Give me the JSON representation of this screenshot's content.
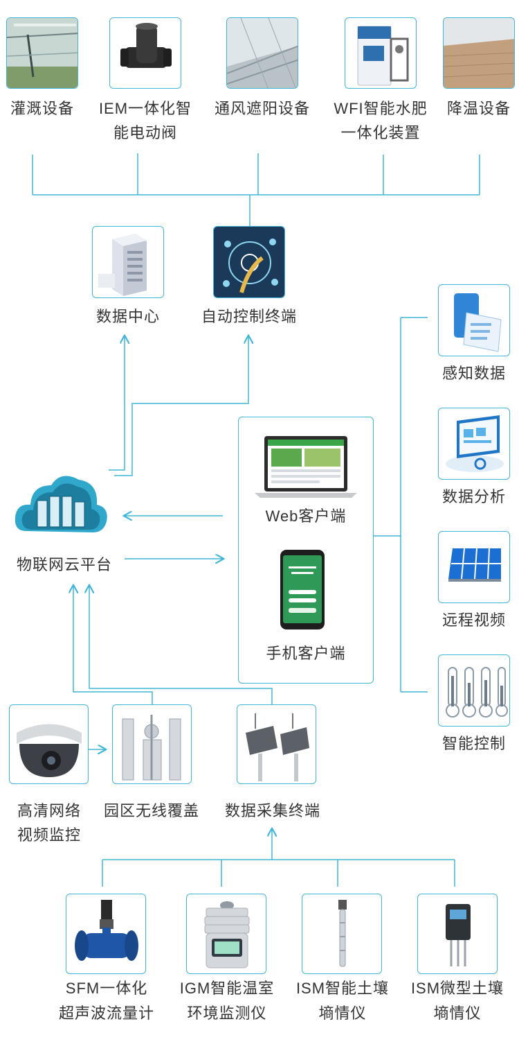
{
  "devices_top": [
    {
      "name": "灌溉设备"
    },
    {
      "name": "IEM一体化智",
      "name2": "能电动阀"
    },
    {
      "name": "通风遮阳设备"
    },
    {
      "name": "WFI智能水肥",
      "name2": "一体化装置"
    },
    {
      "name": "降温设备"
    }
  ],
  "center": {
    "data_center": "数据中心",
    "auto_terminal": "自动控制终端",
    "cloud": "物联网云平台",
    "web_client": "Web客户端",
    "mobile_client": "手机客户端"
  },
  "right_column": [
    {
      "name": "感知数据"
    },
    {
      "name": "数据分析"
    },
    {
      "name": "远程视频"
    },
    {
      "name": "智能控制"
    }
  ],
  "middle_row": [
    {
      "name": "高清网络",
      "name2": "视频监控"
    },
    {
      "name": "园区无线覆盖"
    },
    {
      "name": "数据采集终端"
    }
  ],
  "bottom_row": [
    {
      "name": "SFM一体化",
      "name2": "超声波流量计"
    },
    {
      "name": "IGM智能温室",
      "name2": "环境监测仪"
    },
    {
      "name": "ISM智能土壤",
      "name2": "墒情仪"
    },
    {
      "name": "ISM微型土壤",
      "name2": "墒情仪"
    }
  ],
  "colors": {
    "accent": "#3fb6d8",
    "text": "#333333"
  },
  "icons": [
    "greenhouse-irrigation-icon",
    "valve-icon",
    "shade-net-icon",
    "fertigation-machine-icon",
    "cooling-pad-icon",
    "server-icon",
    "control-terminal-icon",
    "cloud-server-icon",
    "laptop-icon",
    "smartphone-icon",
    "data-sheet-icon",
    "analytics-tablet-icon",
    "solar-panel-video-icon",
    "thermometer-icon",
    "dome-camera-icon",
    "wireless-tower-icon",
    "collection-terminal-icon",
    "flow-meter-icon",
    "env-monitor-icon",
    "soil-probe-icon",
    "soil-sensor-icon"
  ]
}
